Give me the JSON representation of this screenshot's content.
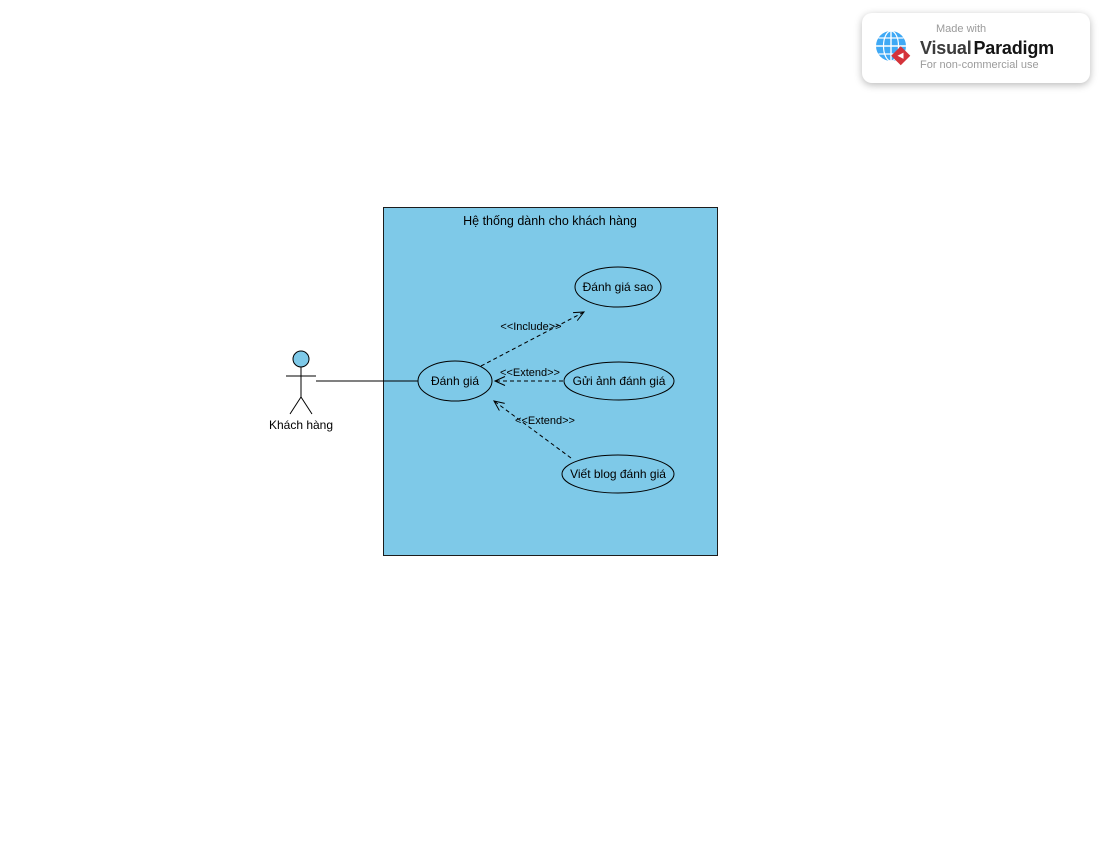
{
  "watermark": {
    "made_with": "Made with",
    "brand_visual": "Visual",
    "brand_paradigm": "Paradigm",
    "license": "For non-commercial use"
  },
  "diagram": {
    "fill": "#7EC9E8",
    "stroke": "#1c1c1c",
    "system_boundary": {
      "title": "Hệ thống dành cho khách hàng"
    },
    "actor": {
      "label": "Khách hàng"
    },
    "use_cases": [
      {
        "label": "Đánh giá"
      },
      {
        "label": "Đánh giá sao"
      },
      {
        "label": "Gửi ảnh đánh giá"
      },
      {
        "label": "Viết blog đánh giá"
      }
    ],
    "relationships": [
      {
        "type": "include",
        "label": "<<Include>>",
        "from": "Đánh giá",
        "to": "Đánh giá sao"
      },
      {
        "type": "extend",
        "label": "<<Extend>>",
        "from": "Gửi ảnh đánh giá",
        "to": "Đánh giá"
      },
      {
        "type": "extend",
        "label": "<<Extend>>",
        "from": "Viết blog đánh giá",
        "to": "Đánh giá"
      },
      {
        "type": "association",
        "from": "Khách hàng",
        "to": "Đánh giá"
      }
    ]
  }
}
